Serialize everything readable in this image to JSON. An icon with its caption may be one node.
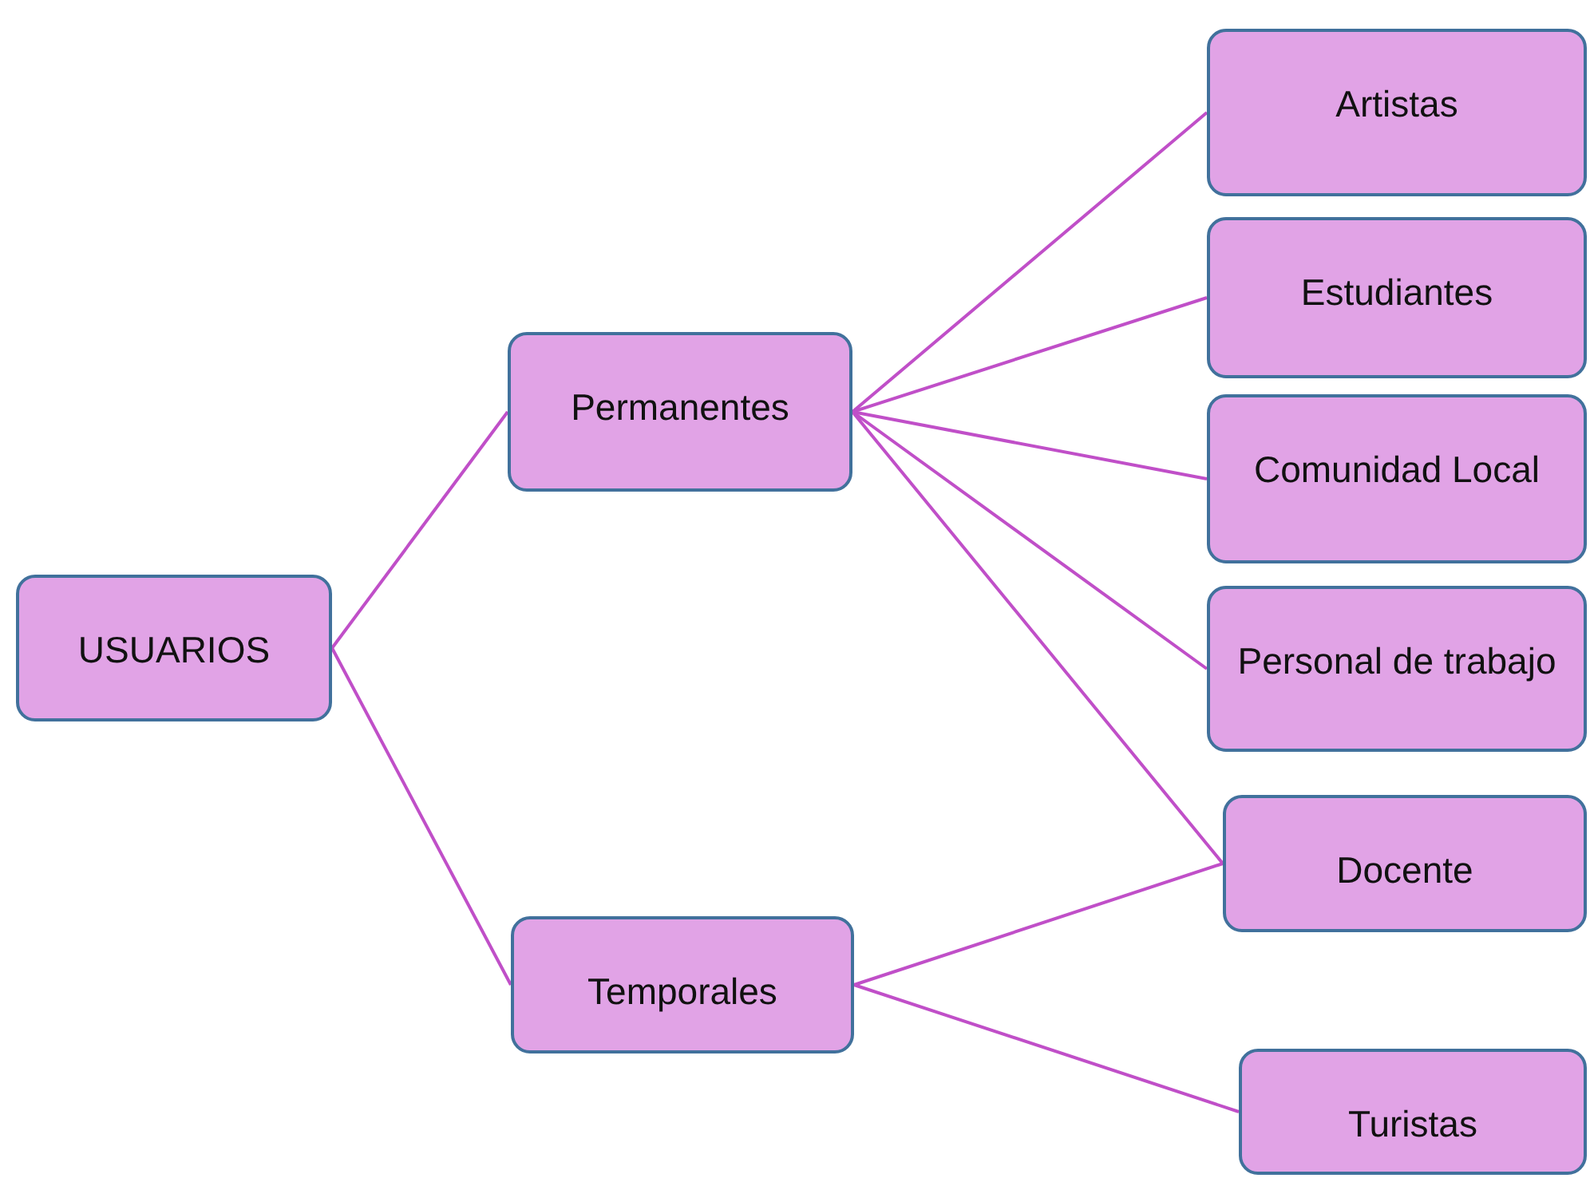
{
  "diagram": {
    "nodes": [
      {
        "text": [
          "USUARIOS"
        ]
      },
      {
        "text": [
          "Permanentes"
        ]
      },
      {
        "text": [
          "Temporales"
        ]
      },
      {
        "text": [
          "Artistas"
        ]
      },
      {
        "text": [
          "Estudiantes"
        ]
      },
      {
        "text": [
          "Comunidad Local"
        ]
      },
      {
        "text": [
          "Personal de trabajo"
        ]
      },
      {
        "text": [
          "Docente"
        ]
      },
      {
        "text": [
          "Turistas"
        ]
      }
    ],
    "edges": [
      {
        "from": 0,
        "to": 1,
        "arrow": "none"
      },
      {
        "from": 0,
        "to": 2,
        "arrow": "none"
      },
      {
        "from": 1,
        "to": 3,
        "arrow": "none"
      },
      {
        "from": 1,
        "to": 4,
        "arrow": "none"
      },
      {
        "from": 1,
        "to": 5,
        "arrow": "none"
      },
      {
        "from": 1,
        "to": 6,
        "arrow": "none"
      },
      {
        "from": 1,
        "to": 7,
        "arrow": "none"
      },
      {
        "from": 2,
        "to": 7,
        "arrow": "none"
      },
      {
        "from": 2,
        "to": 8,
        "arrow": "none"
      }
    ]
  }
}
